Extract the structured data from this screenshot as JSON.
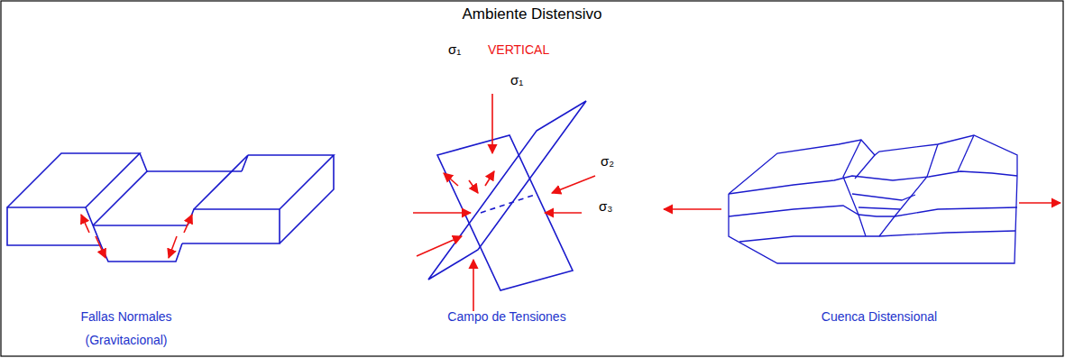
{
  "diagram": {
    "title": "Ambiente Distensivo",
    "labels": [
      "σ₁",
      "VERTICAL",
      "σ₁",
      "σ₂",
      "σ₃",
      "Fallas Normales (Gravitacional)",
      "Campo de Tensiones",
      "Cuenca Distensional"
    ]
  }
}
